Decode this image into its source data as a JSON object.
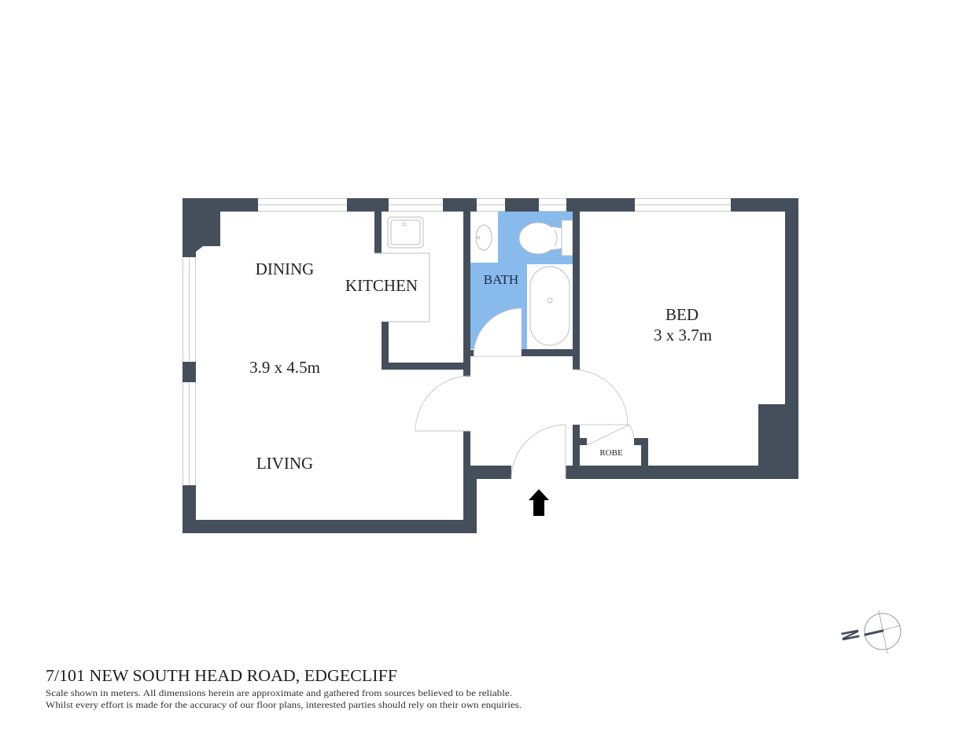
{
  "plan": {
    "rooms": {
      "dining": {
        "label": "DINING"
      },
      "kitchen": {
        "label": "KITCHEN"
      },
      "living_dining": {
        "dimensions": "3.9 x 4.5m"
      },
      "living": {
        "label": "LIVING"
      },
      "bath": {
        "label": "BATH"
      },
      "bed": {
        "label": "BED",
        "dimensions": "3 x 3.7m"
      },
      "robe": {
        "label": "ROBE"
      }
    },
    "entry_marker": {
      "icon": "arrow-up-icon"
    },
    "compass": {
      "label": "N",
      "icon": "compass-north-icon"
    }
  },
  "footer": {
    "address": "7/101 NEW SOUTH HEAD ROAD, EDGECLIFF",
    "disclaimer": [
      "Scale shown in meters. All dimensions herein are approximate and gathered from sources believed to be  reliable.",
      "Whilst every effort is made for the accuracy of our floor plans, interested parties should rely on their own enquiries."
    ]
  },
  "colors": {
    "wall": "#454f5b",
    "bath": "#88baec",
    "win": "#c9c9c9",
    "fix": "#bdbdbd",
    "text": "#222222",
    "bathtext": "#1b2a48",
    "arrow": "#000000"
  }
}
